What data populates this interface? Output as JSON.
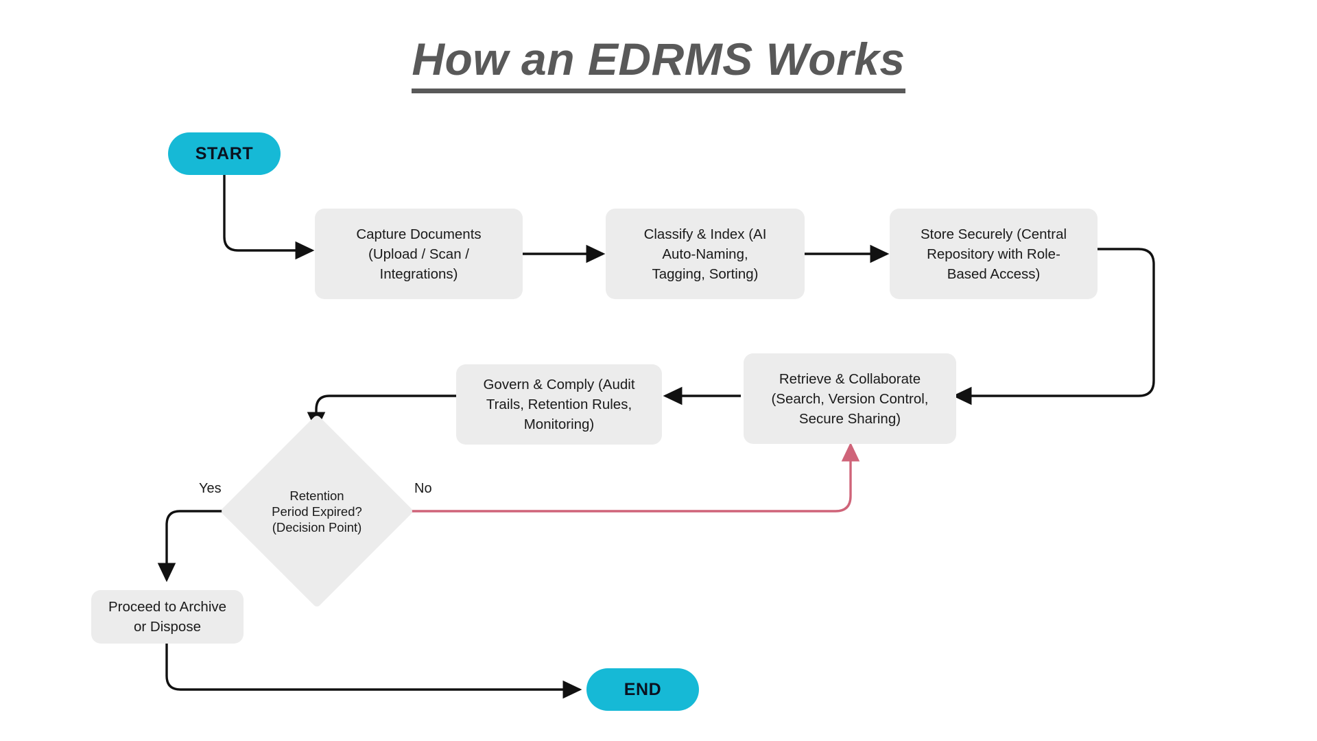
{
  "title": "How an EDRMS Works",
  "colors": {
    "title": "#595959",
    "terminator": "#16b9d6",
    "process_fill": "#ececec",
    "flow_line": "#111111",
    "no_branch_line": "#cf6479",
    "text": "#1a1a1a",
    "background": "#ffffff"
  },
  "chart_data": {
    "type": "diagram",
    "diagram_kind": "flowchart",
    "title": "How an EDRMS Works",
    "orientation": "serpentine left-to-right then right-to-left",
    "nodes": [
      {
        "id": "start",
        "shape": "terminator",
        "label": "START"
      },
      {
        "id": "capture",
        "shape": "process",
        "label": "Capture Documents (Upload / Scan / Integrations)"
      },
      {
        "id": "classify",
        "shape": "process",
        "label": "Classify & Index (AI Auto-Naming, Tagging, Sorting)"
      },
      {
        "id": "store",
        "shape": "process",
        "label": "Store Securely (Central Repository with Role-Based Access)"
      },
      {
        "id": "retrieve",
        "shape": "process",
        "label": "Retrieve & Collaborate (Search, Version Control, Secure Sharing)"
      },
      {
        "id": "govern",
        "shape": "process",
        "label": "Govern & Comply (Audit Trails, Retention Rules, Monitoring)"
      },
      {
        "id": "decision",
        "shape": "diamond",
        "label": "Retention Period Expired? (Decision Point)"
      },
      {
        "id": "archive",
        "shape": "process",
        "label": "Proceed to Archive or Dispose"
      },
      {
        "id": "end",
        "shape": "terminator",
        "label": "END"
      }
    ],
    "edges": [
      {
        "from": "start",
        "to": "capture",
        "label": "",
        "color": "#111111"
      },
      {
        "from": "capture",
        "to": "classify",
        "label": "",
        "color": "#111111"
      },
      {
        "from": "classify",
        "to": "store",
        "label": "",
        "color": "#111111"
      },
      {
        "from": "store",
        "to": "retrieve",
        "label": "",
        "color": "#111111"
      },
      {
        "from": "retrieve",
        "to": "govern",
        "label": "",
        "color": "#111111"
      },
      {
        "from": "govern",
        "to": "decision",
        "label": "",
        "color": "#111111"
      },
      {
        "from": "decision",
        "to": "archive",
        "label": "Yes",
        "color": "#111111"
      },
      {
        "from": "decision",
        "to": "retrieve",
        "label": "No",
        "color": "#cf6479"
      },
      {
        "from": "archive",
        "to": "end",
        "label": "",
        "color": "#111111"
      }
    ]
  },
  "nodes": {
    "start": {
      "label": "START"
    },
    "capture": {
      "line1": "Capture Documents",
      "line2": "(Upload / Scan /",
      "line3": "Integrations)"
    },
    "classify": {
      "line1": "Classify & Index (AI",
      "line2": "Auto-Naming,",
      "line3": "Tagging, Sorting)"
    },
    "store": {
      "line1": "Store Securely (Central",
      "line2": "Repository with Role-",
      "line3": "Based Access)"
    },
    "retrieve": {
      "line1": "Retrieve & Collaborate",
      "line2": "(Search, Version Control,",
      "line3": "Secure Sharing)"
    },
    "govern": {
      "line1": "Govern & Comply (Audit",
      "line2": "Trails, Retention Rules,",
      "line3": "Monitoring)"
    },
    "decision": {
      "line1": "Retention",
      "line2": "Period Expired?",
      "line3": "(Decision Point)"
    },
    "archive": {
      "line1": "Proceed to Archive",
      "line2": "or Dispose"
    },
    "end": {
      "label": "END"
    }
  },
  "edge_labels": {
    "yes": "Yes",
    "no": "No"
  }
}
